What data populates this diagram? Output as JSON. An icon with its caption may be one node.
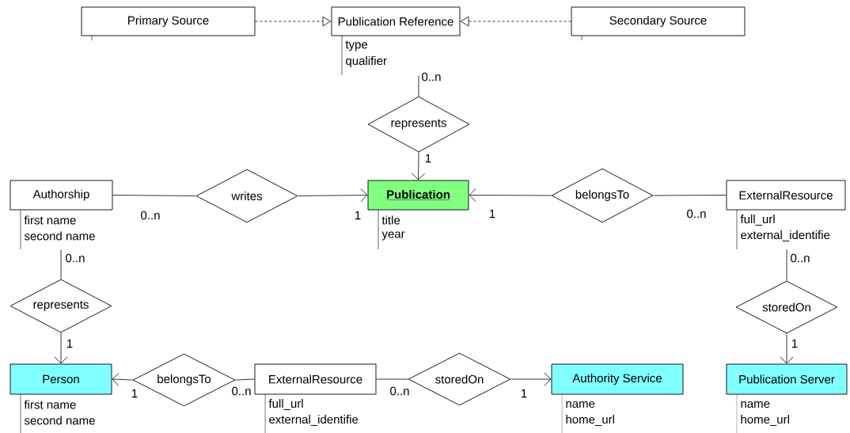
{
  "diagram": {
    "nodes": [
      {
        "text": [
          "Primary Source"
        ]
      },
      {
        "text": [
          "Publication  Reference",
          "type",
          "qualifier"
        ]
      },
      {
        "text": [
          "Secondary Source"
        ]
      },
      {
        "text": [
          "represents"
        ]
      },
      {
        "text": [
          "Authorship",
          "first name",
          "second name"
        ]
      },
      {
        "text": [
          "writes"
        ]
      },
      {
        "text": [
          "Publication",
          "title",
          "year"
        ]
      },
      {
        "text": [
          "belongsTo"
        ]
      },
      {
        "text": [
          "ExternalResource",
          "full_url",
          "external_identifie"
        ]
      },
      {
        "text": [
          "represents"
        ]
      },
      {
        "text": [
          "storedOn"
        ]
      },
      {
        "text": [
          "Person",
          "first name",
          "second name"
        ]
      },
      {
        "text": [
          "belongsTo"
        ]
      },
      {
        "text": [
          "ExternalResource",
          "full_url",
          "external_identifie"
        ]
      },
      {
        "text": [
          "storedOn"
        ]
      },
      {
        "text": [
          "Authority Service",
          "name",
          "home_url"
        ]
      },
      {
        "text": [
          "Publication Server",
          "name",
          "home_url"
        ]
      }
    ],
    "edges": [
      {
        "from": 0,
        "to": 1,
        "arrow": "to",
        "style": "dashed"
      },
      {
        "from": 2,
        "to": 1,
        "arrow": "to",
        "style": "dashed"
      },
      {
        "from": 1,
        "to": 3,
        "arrow": "none",
        "label": "0..n"
      },
      {
        "from": 3,
        "to": 6,
        "arrow": "to",
        "label": "1"
      },
      {
        "from": 4,
        "to": 5,
        "arrow": "none",
        "label": "0..n"
      },
      {
        "from": 5,
        "to": 6,
        "arrow": "to",
        "label": "1"
      },
      {
        "from": 7,
        "to": 6,
        "arrow": "to",
        "label": "1"
      },
      {
        "from": 8,
        "to": 7,
        "arrow": "none",
        "label": "0..n"
      },
      {
        "from": 4,
        "to": 9,
        "arrow": "none",
        "label": "0..n"
      },
      {
        "from": 9,
        "to": 11,
        "arrow": "to",
        "label": "1"
      },
      {
        "from": 8,
        "to": 10,
        "arrow": "none",
        "label": "0..n"
      },
      {
        "from": 10,
        "to": 16,
        "arrow": "to",
        "label": "1"
      },
      {
        "from": 12,
        "to": 11,
        "arrow": "to",
        "label": "1"
      },
      {
        "from": 13,
        "to": 12,
        "arrow": "none",
        "label": "0..n"
      },
      {
        "from": 13,
        "to": 14,
        "arrow": "none",
        "label": "0..n"
      },
      {
        "from": 14,
        "to": 15,
        "arrow": "to",
        "label": "1"
      }
    ]
  }
}
